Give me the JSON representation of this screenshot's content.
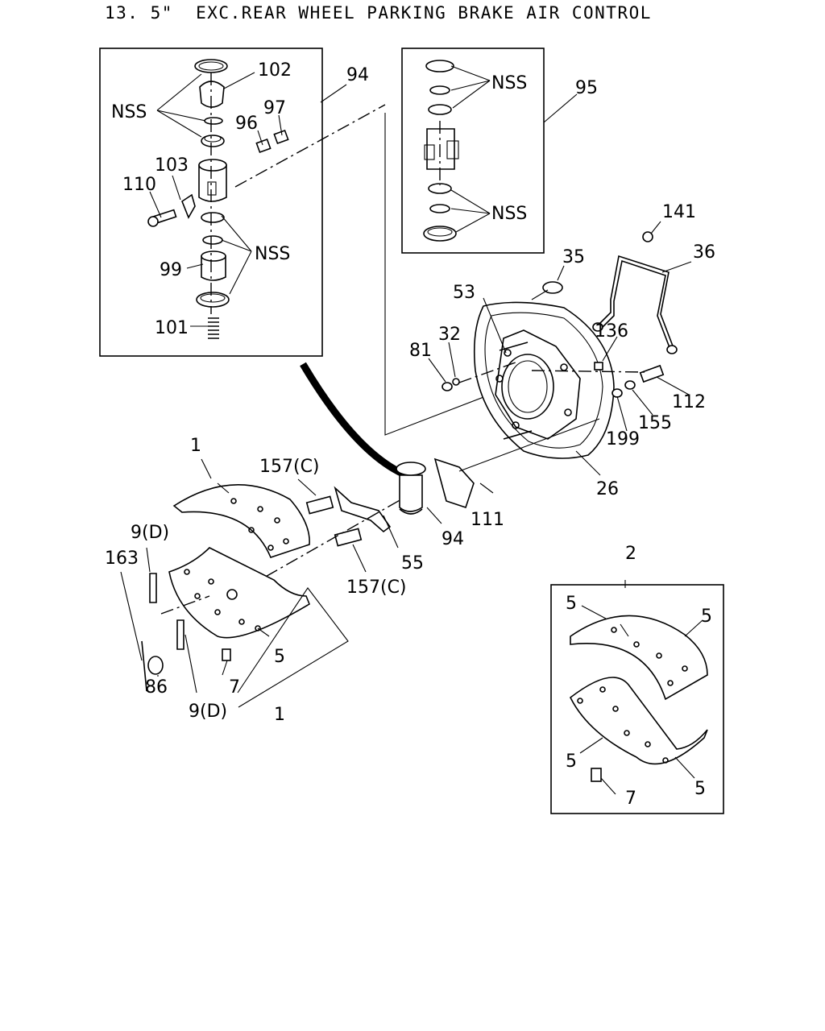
{
  "title": "13. 5\"  EXC.REAR WHEEL PARKING BRAKE AIR CONTROL",
  "labels": {
    "l102": "102",
    "l94a": "94",
    "lnss1": "NSS",
    "l97": "97",
    "l96": "96",
    "l103": "103",
    "l110": "110",
    "lnss2": "NSS",
    "l99": "99",
    "l101": "101",
    "lnss3": "NSS",
    "l95": "95",
    "lnss4": "NSS",
    "l141": "141",
    "l36": "36",
    "l35": "35",
    "l53": "53",
    "l32": "32",
    "l81": "81",
    "l136": "136",
    "l112": "112",
    "l155": "155",
    "l199": "199",
    "l26": "26",
    "l111": "111",
    "l94b": "94",
    "l55": "55",
    "l157a": "157(C)",
    "l157b": "157(C)",
    "l1a": "1",
    "l1b": "1",
    "l9a": "9(D)",
    "l9b": "9(D)",
    "l163": "163",
    "l86": "86",
    "l7a": "7",
    "l5a": "5",
    "l2": "2",
    "l5b": "5",
    "l5c": "5",
    "l5d": "5",
    "l5e": "5",
    "l7b": "7"
  }
}
